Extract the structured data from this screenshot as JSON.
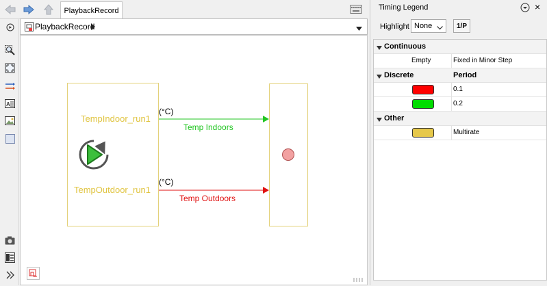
{
  "editor": {
    "tab_title": "PlaybackRecord",
    "address": "PlaybackRecord",
    "playback_block": {
      "signal1": "TempIndoor_run1",
      "signal2": "TempOutdoor_run1"
    },
    "signals": [
      {
        "unit": "(°C)",
        "name": "Temp Indoors",
        "color": "#22c522"
      },
      {
        "unit": "(°C)",
        "name": "Temp Outdoors",
        "color": "#e01010"
      }
    ],
    "block_outline_color": "#e3d17a",
    "record_indicator_color": "#f2a1a1"
  },
  "toolbar_icons": [
    "back-arrow-icon",
    "forward-arrow-icon",
    "up-arrow-icon",
    "keyboard-icon"
  ],
  "left_tools": [
    "hide-show-icon",
    "zoom-icon",
    "fit-to-view-icon",
    "signal-lines-icon",
    "annotation-icon",
    "image-icon",
    "area-icon",
    "screenshot-icon",
    "model-browser-icon",
    "expand-icon"
  ],
  "legend": {
    "title": "Timing Legend",
    "highlight_label": "Highlight",
    "highlight_value": "None",
    "period_button": "1/P",
    "categories": [
      {
        "name": "Continuous",
        "column2": "",
        "rows": [
          {
            "c1_text": "Empty",
            "swatch": "",
            "value": "Fixed in Minor Step"
          }
        ]
      },
      {
        "name": "Discrete",
        "column2": "Period",
        "rows": [
          {
            "c1_text": "",
            "swatch": "#ff0000",
            "value": "0.1"
          },
          {
            "c1_text": "",
            "swatch": "#00dd00",
            "value": "0.2"
          }
        ]
      },
      {
        "name": "Other",
        "column2": "",
        "rows": [
          {
            "c1_text": "",
            "swatch": "#e6c84a",
            "value": "Multirate"
          }
        ]
      }
    ]
  }
}
